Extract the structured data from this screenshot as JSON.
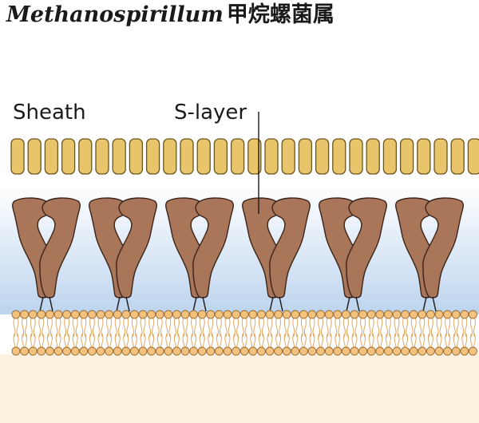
{
  "title": {
    "organism": "Methanospirillum",
    "chinese": "甲烷螺菌属"
  },
  "labels": {
    "sheath": "Sheath",
    "s_layer": "S-layer"
  },
  "colors": {
    "sheath_fill": "#e8c46a",
    "sheath_stroke": "#6b5520",
    "slayer_fill": "#a9765a",
    "slayer_stroke": "#3a2418",
    "membrane_head": "#f3c27e",
    "membrane_head_stroke": "#9a6a30",
    "membrane_tail": "#e0a860",
    "periplasm_top": "#ffffff",
    "periplasm_bottom": "#bcd4ee",
    "cytoplasm": "#fbf1de"
  }
}
